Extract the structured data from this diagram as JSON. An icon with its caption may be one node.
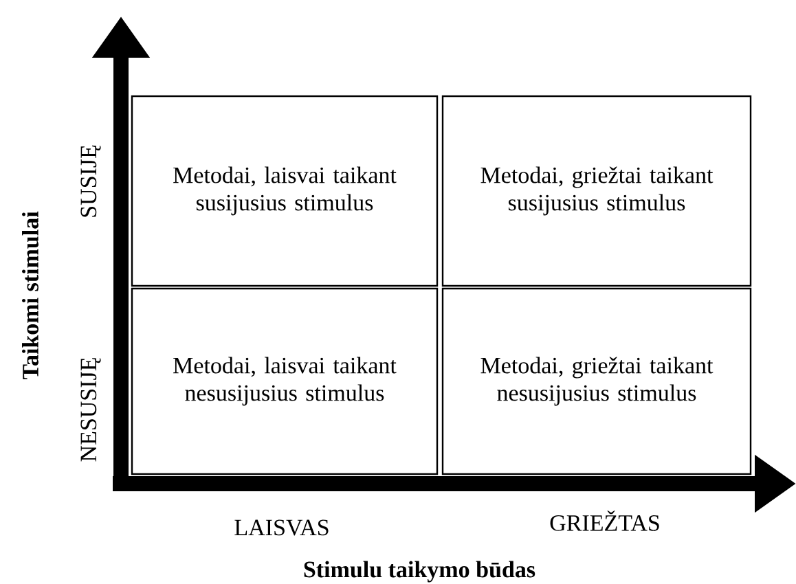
{
  "diagram": {
    "nodes": [
      {
        "text": [
          "Metodai, laisvai taikant susijusius stimulus"
        ]
      },
      {
        "text": [
          "Metodai, griežtai taikant susijusius stimulus"
        ]
      },
      {
        "text": [
          "Metodai, laisvai taikant nesusijusius stimulus"
        ]
      },
      {
        "text": [
          "Metodai, griežtai taikant nesusijusius stimulus"
        ]
      }
    ],
    "labels": [
      "SUSIJĘ",
      "NESUSIJĘ",
      "Taikomi stimulai",
      "LAISVAS",
      "GRIEŽTAS",
      "Stimulu taikymo būdas"
    ]
  }
}
